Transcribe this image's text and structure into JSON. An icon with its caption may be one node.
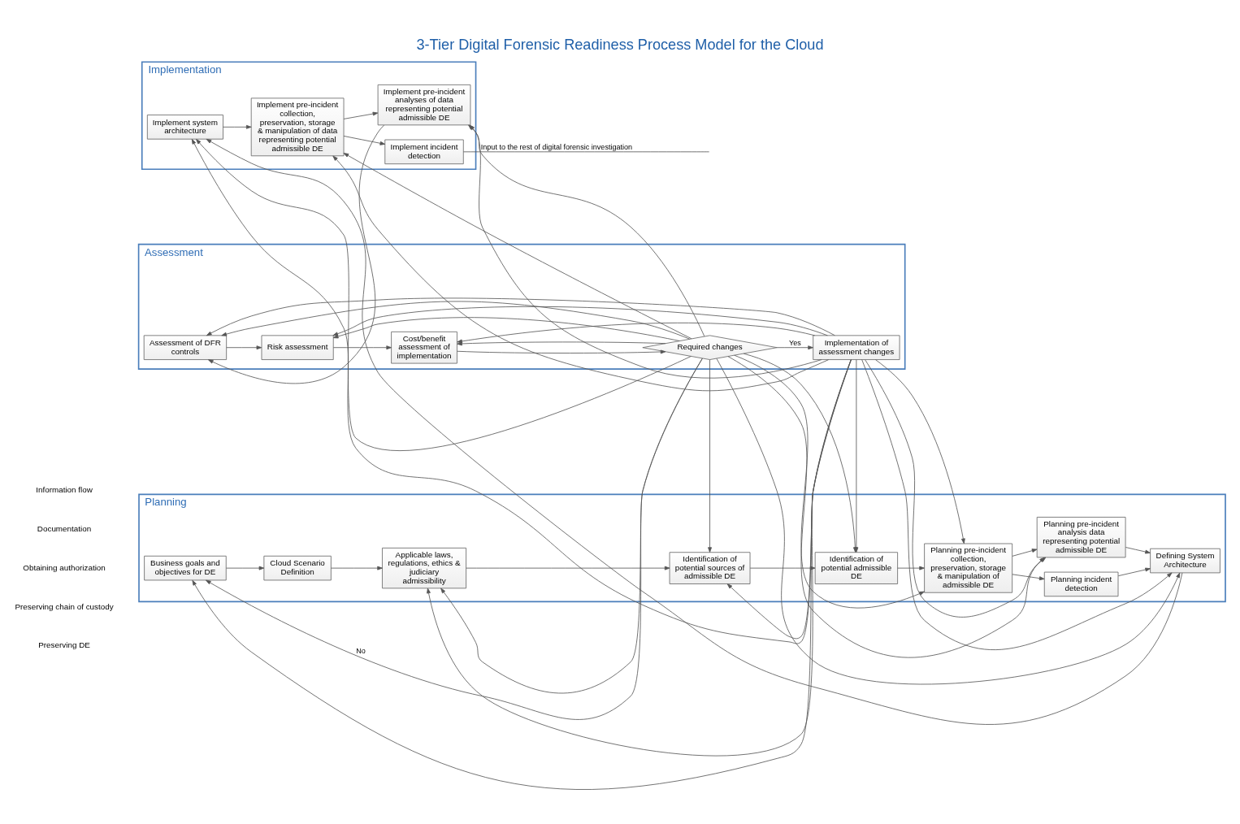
{
  "diagram": {
    "title": "3-Tier Digital Forensic Readiness Process Model for the Cloud",
    "nodes": [
      {
        "text": [
          "Planning"
        ]
      },
      {
        "text": [
          "Business goals and objectives for DE"
        ],
        "in": 0
      },
      {
        "text": [
          "Cloud Scenario Definition"
        ],
        "in": 0
      },
      {
        "text": [
          "Applicable laws, regulations, ethics & judiciary admissibility"
        ],
        "in": 0
      },
      {
        "text": [
          "Identification of potential sources of admissible DE"
        ],
        "in": 0
      },
      {
        "text": [
          "Identification of potential admissible DE"
        ],
        "in": 0
      },
      {
        "text": [
          "Planning pre-incident collection, preservation, storage & manipulation of admissible DE"
        ],
        "in": 0
      },
      {
        "text": [
          "Planning incident detection"
        ],
        "in": 0
      },
      {
        "text": [
          "Planning pre-incident analysis data representing potential admissible DE"
        ],
        "in": 0
      },
      {
        "text": [
          "Defining System Architecture"
        ],
        "in": 0
      },
      {
        "text": [
          "Implementation"
        ]
      },
      {
        "text": [
          "Implement system architecture"
        ],
        "in": 10
      },
      {
        "text": [
          "Implement pre-incident collection, preservation, storage & manipulation of data representing potential admissible DE"
        ],
        "in": 10
      },
      {
        "text": [
          "Implement incident detection"
        ],
        "in": 10
      },
      {
        "text": [
          "Implement pre-incident analyses of data representing potential admissible DE"
        ],
        "in": 10
      },
      {
        "text": [
          "Assessment"
        ]
      },
      {
        "text": [
          "Assessment of DFR controls"
        ],
        "in": 15
      },
      {
        "text": [
          "Risk assessment"
        ],
        "in": 15
      },
      {
        "text": [
          "Cost/benefit assessment of implementation"
        ],
        "in": 15
      },
      {
        "text": [
          "Required changes"
        ],
        "in": 15
      },
      {
        "text": [
          "Implementation of assessment changes"
        ],
        "in": 15
      }
    ],
    "edges": [
      {
        "from": 1,
        "to": 2,
        "arrow": "to"
      },
      {
        "from": 2,
        "to": 3,
        "arrow": "to"
      },
      {
        "from": 3,
        "to": 4,
        "arrow": "to"
      },
      {
        "from": 4,
        "to": 5,
        "arrow": "to"
      },
      {
        "from": 5,
        "to": 6,
        "arrow": "to"
      },
      {
        "from": 6,
        "to": 7,
        "arrow": "to"
      },
      {
        "from": 6,
        "to": 8,
        "arrow": "to"
      },
      {
        "from": 8,
        "to": 9,
        "arrow": "to"
      },
      {
        "from": 7,
        "to": 9,
        "arrow": "to"
      },
      {
        "from": 9,
        "to": 11,
        "arrow": "to"
      },
      {
        "from": 11,
        "to": 12,
        "arrow": "to"
      },
      {
        "from": 12,
        "to": 14,
        "arrow": "to"
      },
      {
        "from": 12,
        "to": 13,
        "arrow": "to"
      },
      {
        "from": 13,
        "to": null,
        "arrow": "none",
        "label": "Input to the rest of digital forensic investigation"
      },
      {
        "from": 14,
        "to": 16,
        "arrow": "to"
      },
      {
        "from": 16,
        "to": 17,
        "arrow": "to"
      },
      {
        "from": 17,
        "to": 18,
        "arrow": "to"
      },
      {
        "from": 18,
        "to": 19,
        "arrow": "to"
      },
      {
        "from": 19,
        "to": 20,
        "arrow": "to",
        "label": "Yes"
      },
      {
        "from": 19,
        "to": 1,
        "arrow": "to",
        "label": "No"
      },
      {
        "from": 19,
        "to": 3,
        "arrow": "to"
      },
      {
        "from": 19,
        "to": 4,
        "arrow": "to"
      },
      {
        "from": 19,
        "to": 5,
        "arrow": "to"
      },
      {
        "from": 19,
        "to": 6,
        "arrow": "to"
      },
      {
        "from": 19,
        "to": 8,
        "arrow": "to"
      },
      {
        "from": 19,
        "to": 9,
        "arrow": "to"
      },
      {
        "from": 19,
        "to": 11,
        "arrow": "to"
      },
      {
        "from": 19,
        "to": 12,
        "arrow": "to"
      },
      {
        "from": 19,
        "to": 14,
        "arrow": "to"
      },
      {
        "from": 19,
        "to": 16,
        "arrow": "to"
      },
      {
        "from": 19,
        "to": 17,
        "arrow": "to"
      },
      {
        "from": 19,
        "to": 18,
        "arrow": "to"
      },
      {
        "from": 20,
        "to": 1,
        "arrow": "to"
      },
      {
        "from": 20,
        "to": 3,
        "arrow": "to"
      },
      {
        "from": 20,
        "to": 4,
        "arrow": "to"
      },
      {
        "from": 20,
        "to": 5,
        "arrow": "to"
      },
      {
        "from": 20,
        "to": 6,
        "arrow": "to"
      },
      {
        "from": 20,
        "to": 8,
        "arrow": "to"
      },
      {
        "from": 20,
        "to": 9,
        "arrow": "to"
      },
      {
        "from": 20,
        "to": 11,
        "arrow": "to"
      },
      {
        "from": 20,
        "to": 12,
        "arrow": "to"
      },
      {
        "from": 20,
        "to": 14,
        "arrow": "to"
      },
      {
        "from": 20,
        "to": 16,
        "arrow": "to"
      },
      {
        "from": 20,
        "to": 17,
        "arrow": "to"
      },
      {
        "from": 20,
        "to": 18,
        "arrow": "to"
      }
    ],
    "labels": [
      "Information flow",
      "Documentation",
      "Obtaining authorization",
      "Preserving chain of custody",
      "Preserving DE"
    ]
  }
}
